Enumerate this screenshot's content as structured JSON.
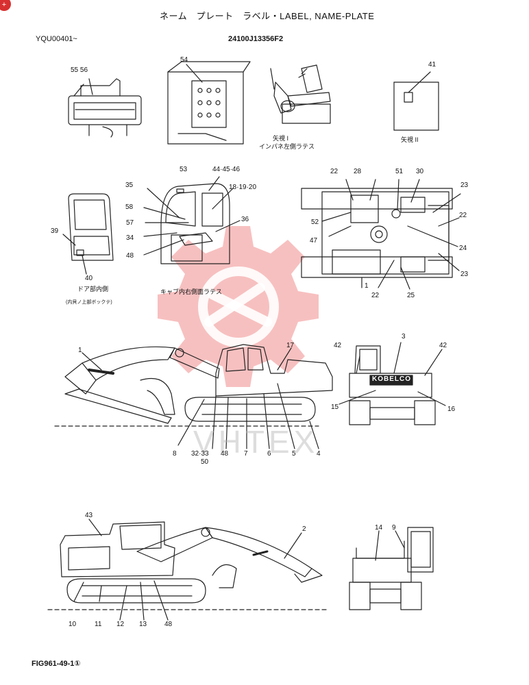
{
  "header": {
    "title": "ネーム　プレート　ラベル・LABEL, NAME-PLATE",
    "serial": "YQU00401~",
    "part_number": "24100J13356F2",
    "figure": "FIG961-49-1①",
    "corner_badge": "+"
  },
  "watermark": {
    "text": "VHTEX",
    "color": "#e84a4a"
  },
  "captions": {
    "arrow_i": "矢視 I",
    "panel_left": "インパネ左側ラテス",
    "arrow_ii": "矢視 II",
    "door_inside": "ドア部内側",
    "door_sub": "(内貝ノ上部ボックテ)",
    "cab_right": "キャブ内右側面ラテス",
    "brand": "KOBELCO"
  },
  "callouts": {
    "c55_56": "55 56",
    "c54": "54",
    "c41": "41",
    "c53": "53",
    "c44_45_46": "44·45·46",
    "c35": "35",
    "c18_19_20": "18·19·20",
    "c58": "58",
    "c57": "57",
    "c36": "36",
    "c34": "34",
    "c48a": "48",
    "c39": "39",
    "c40": "40",
    "c22a": "22",
    "c28": "28",
    "c51": "51",
    "c30": "30",
    "c23a": "23",
    "c52": "52",
    "c22b": "22",
    "c47": "47",
    "c24": "24",
    "c23b": "23",
    "c1top": "1",
    "c22c": "22",
    "c25": "25",
    "c1": "1",
    "c17": "17",
    "c3": "3",
    "c42a": "42",
    "c42b": "42",
    "c15": "15",
    "c16": "16",
    "c8": "8",
    "c32_33": "32·33",
    "c50": "50",
    "c48b": "48",
    "c7": "7",
    "c6": "6",
    "c5": "5",
    "c4": "4",
    "c43": "43",
    "c2": "2",
    "c14": "14",
    "c9": "9",
    "c10": "10",
    "c11": "11",
    "c12": "12",
    "c13": "13",
    "c48c": "48"
  }
}
